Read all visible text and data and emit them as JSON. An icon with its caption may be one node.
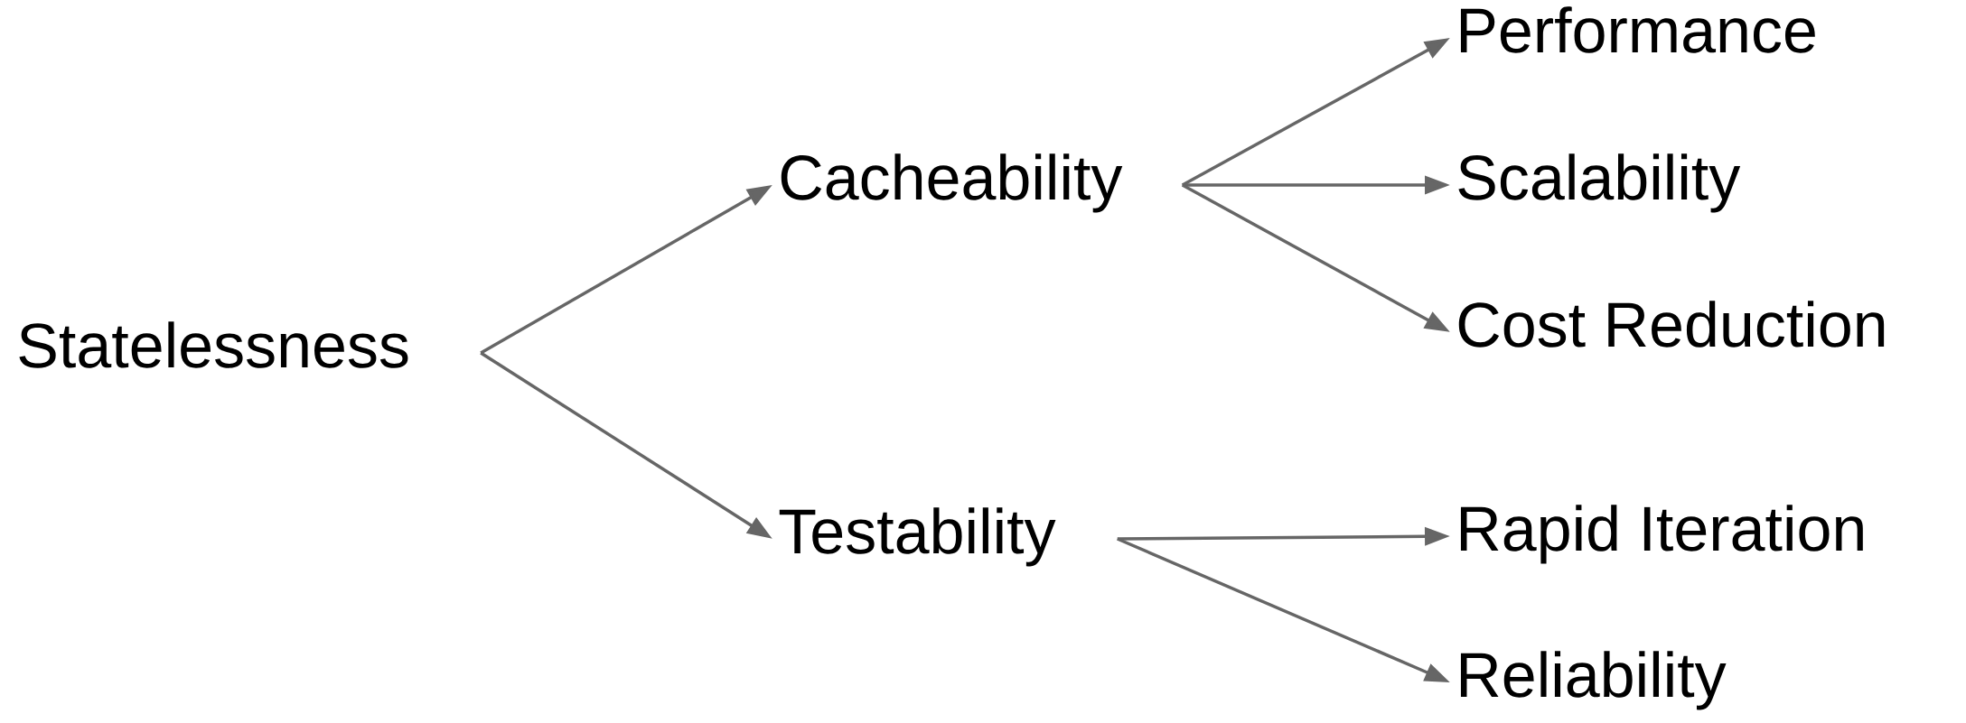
{
  "diagram": {
    "nodes": [
      {
        "text": [
          "Statelessness"
        ]
      },
      {
        "text": [
          "Cacheability"
        ]
      },
      {
        "text": [
          "Testability"
        ]
      },
      {
        "text": [
          "Performance"
        ]
      },
      {
        "text": [
          "Scalability"
        ]
      },
      {
        "text": [
          "Cost Reduction"
        ]
      },
      {
        "text": [
          "Rapid Iteration"
        ]
      },
      {
        "text": [
          "Reliability"
        ]
      }
    ],
    "edges": [
      {
        "from": 0,
        "to": 1,
        "arrow": "to"
      },
      {
        "from": 0,
        "to": 2,
        "arrow": "to"
      },
      {
        "from": 1,
        "to": 3,
        "arrow": "to"
      },
      {
        "from": 1,
        "to": 4,
        "arrow": "to"
      },
      {
        "from": 1,
        "to": 5,
        "arrow": "to"
      },
      {
        "from": 2,
        "to": 6,
        "arrow": "to"
      },
      {
        "from": 2,
        "to": 7,
        "arrow": "to"
      }
    ]
  }
}
